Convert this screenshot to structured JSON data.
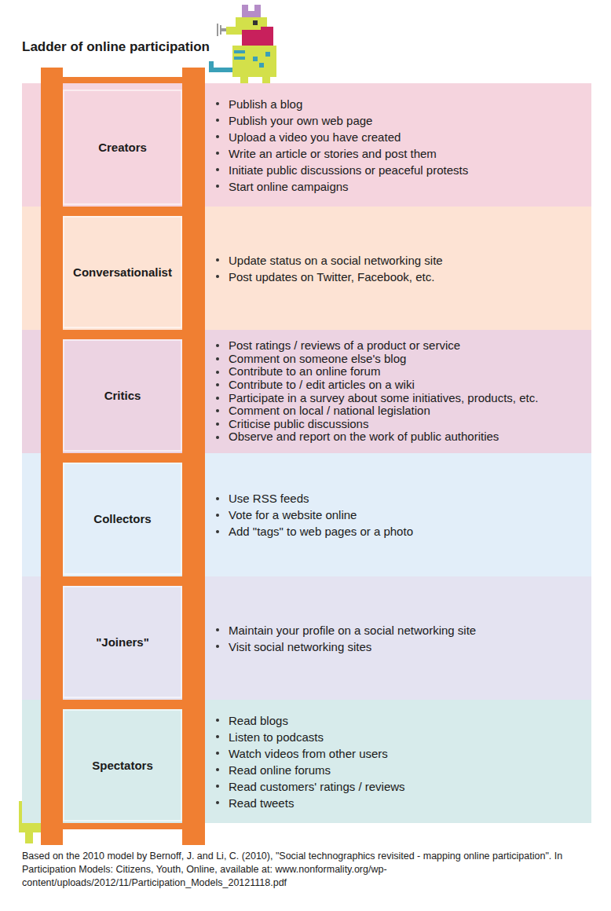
{
  "diagram": {
    "title": "Ladder of online participation",
    "caption": "Based on the 2010 model by Bernoff, J. and Li, C. (2010), \"Social technographics revisited - mapping online participation\". In Participation Models: Citizens, Youth, Online, available at: www.nonformality.org/wp-content/uploads/2012/11/Participation_Models_20121118.pdf",
    "nodes": [
      {
        "text": [
          "Publish a blog",
          "Publish your own web page",
          "Upload a video you have created",
          "Write an article or stories and post them",
          "Initiate public discussions or peaceful protests",
          "Start online campaigns"
        ]
      },
      {
        "text": [
          "Creators"
        ],
        "in": 0
      },
      {
        "text": [
          "Update status on a social networking site",
          "Post updates on Twitter, Facebook, etc."
        ]
      },
      {
        "text": [
          "Conversationalist"
        ],
        "in": 2
      },
      {
        "text": [
          "Post ratings / reviews of a product or service",
          "Comment on someone else's blog",
          "Contribute to an online forum",
          "Contribute to / edit articles on a wiki",
          "Participate in a survey about some initiatives, products, etc.",
          "Comment on local / national legislation",
          "Criticise public discussions",
          "Observe and report on the work of public authorities"
        ]
      },
      {
        "text": [
          "Critics"
        ],
        "in": 4
      },
      {
        "text": [
          "Use RSS feeds",
          "Vote for a website online",
          "Add \"tags\" to web pages or a photo"
        ]
      },
      {
        "text": [
          "Collectors"
        ],
        "in": 6
      },
      {
        "text": [
          "Maintain your profile on a social networking site",
          "Visit social networking sites"
        ]
      },
      {
        "text": [
          "\"Joiners\""
        ],
        "in": 8
      },
      {
        "text": [
          "Read blogs",
          "Listen to podcasts",
          "Watch videos from other users",
          "Read online forums",
          "Read customers' ratings / reviews",
          "Read tweets"
        ]
      },
      {
        "text": [
          "Spectators"
        ],
        "in": 10
      }
    ]
  }
}
